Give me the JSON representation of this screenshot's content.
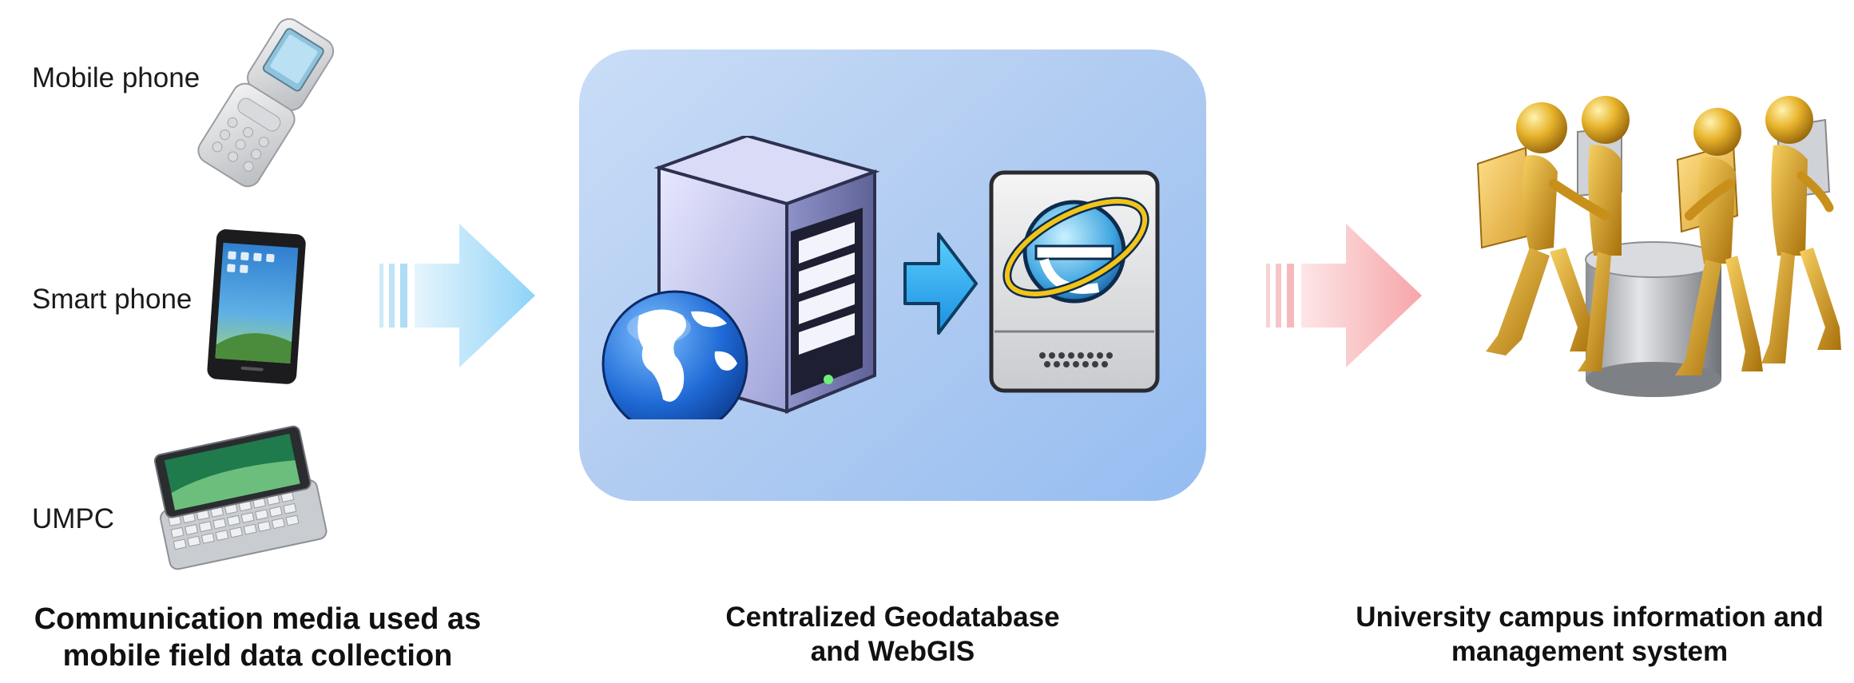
{
  "devices": [
    {
      "label": "Mobile phone",
      "icon": "flip-phone-icon"
    },
    {
      "label": "Smart phone",
      "icon": "tablet-phone-icon"
    },
    {
      "label": "UMPC",
      "icon": "umpc-icon"
    }
  ],
  "center": {
    "icons": [
      "server-icon",
      "globe-icon",
      "browser-icon"
    ]
  },
  "users_icon": "users-at-laptops-icon",
  "captions": {
    "left_line1": "Communication media used as",
    "left_line2": "mobile field data collection",
    "center_line1": "Centralized Geodatabase",
    "center_line2": "and WebGIS",
    "right_line1": "University campus information and",
    "right_line2": "management system"
  },
  "colors": {
    "panel": "#b3cdf1",
    "arrow_blue": "#8fd3f7",
    "arrow_red": "#f6a5a8",
    "gold": "#d9a520"
  }
}
